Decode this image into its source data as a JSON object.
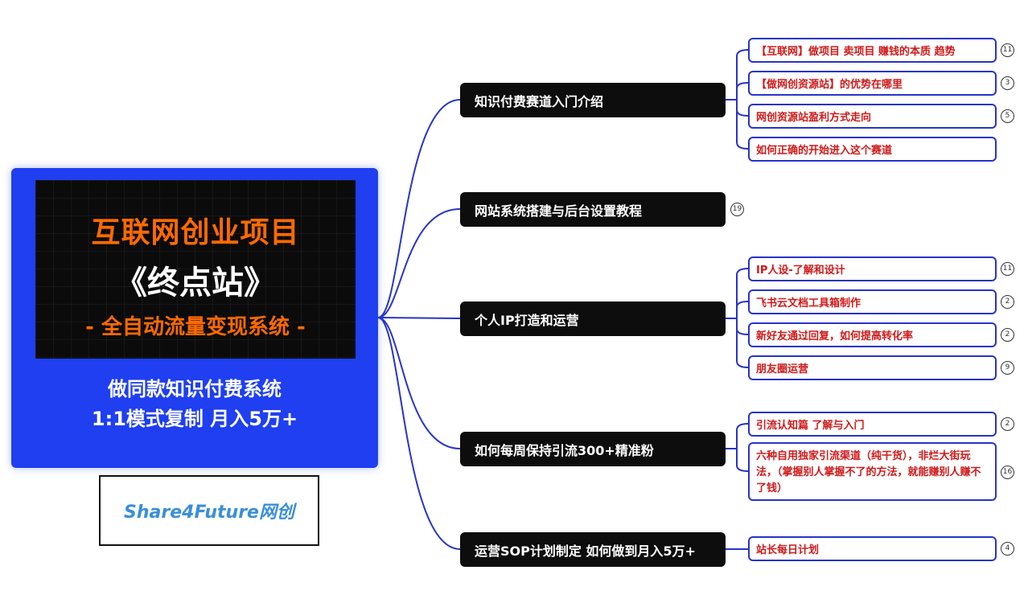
{
  "root": {
    "banner_line1": "互联网创业项目",
    "banner_line2": "《终点站》",
    "banner_line3": "- 全自动流量变现系统 -",
    "subtitle_line1": "做同款知识付费系统",
    "subtitle_line2": "1:1模式复制  月入5万+"
  },
  "brand": "Share4Future网创",
  "colors": {
    "root_bg": "#1f3ff0",
    "banner_accent": "#ff6a00",
    "branch_line": "#2734c9",
    "node_dark": "#0d0d0d",
    "leaf_text": "#d01818"
  },
  "branches": [
    {
      "label": "知识付费赛道入门介绍",
      "children": [
        {
          "label": "【互联网】做项目 卖项目 赚钱的本质 趋势",
          "count": "11"
        },
        {
          "label": "【做网创资源站】的优势在哪里",
          "count": "3"
        },
        {
          "label": "网创资源站盈利方式走向",
          "count": "5"
        },
        {
          "label": "如何正确的开始进入这个赛道",
          "count": ""
        }
      ]
    },
    {
      "label": "网站系统搭建与后台设置教程",
      "count": "19",
      "children": []
    },
    {
      "label": "个人IP打造和运营",
      "children": [
        {
          "label": "IP人设-了解和设计",
          "count": "11"
        },
        {
          "label": "飞书云文档工具箱制作",
          "count": "2"
        },
        {
          "label": "新好友通过回复，如何提高转化率",
          "count": "2"
        },
        {
          "label": "朋友圈运营",
          "count": "9"
        }
      ]
    },
    {
      "label": "如何每周保持引流300+精准粉",
      "children": [
        {
          "label": "引流认知篇  了解与入门",
          "count": "2"
        },
        {
          "label": "六种自用独家引流渠道（纯干货），非烂大街玩法，（掌握别人掌握不了的方法，就能赚别人赚不了钱）",
          "count": "16"
        }
      ]
    },
    {
      "label": "运营SOP计划制定 如何做到月入5万+",
      "children": [
        {
          "label": "站长每日计划",
          "count": "4"
        }
      ]
    }
  ]
}
